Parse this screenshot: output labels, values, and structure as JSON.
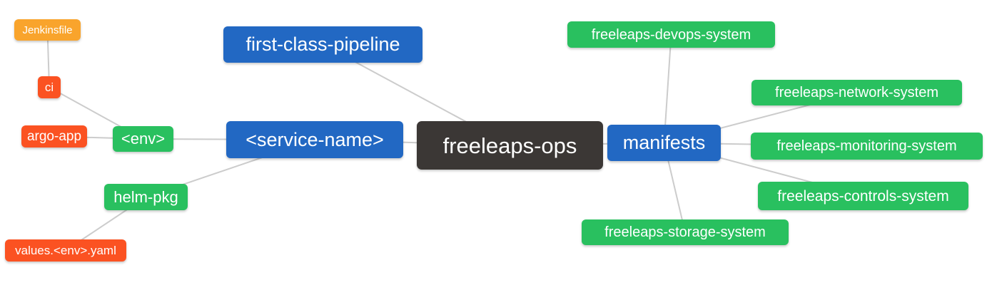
{
  "diagram": {
    "type": "mindmap",
    "root_label": "freeleaps-ops",
    "nodes": [
      {
        "id": "jenkinsfile",
        "label": "Jenkinsfile",
        "color": "amber"
      },
      {
        "id": "ci",
        "label": "ci",
        "color": "red"
      },
      {
        "id": "argo-app",
        "label": "argo-app",
        "color": "red"
      },
      {
        "id": "env",
        "label": "<env>",
        "color": "green"
      },
      {
        "id": "helm-pkg",
        "label": "helm-pkg",
        "color": "green"
      },
      {
        "id": "values-env-yaml",
        "label": "values.<env>.yaml",
        "color": "red"
      },
      {
        "id": "first-class-pipeline",
        "label": "first-class-pipeline",
        "color": "blue"
      },
      {
        "id": "service-name",
        "label": "<service-name>",
        "color": "blue"
      },
      {
        "id": "freeleaps-ops",
        "label": "freeleaps-ops",
        "color": "dark"
      },
      {
        "id": "manifests",
        "label": "manifests",
        "color": "blue"
      },
      {
        "id": "devops-system",
        "label": "freeleaps-devops-system",
        "color": "green"
      },
      {
        "id": "network-system",
        "label": "freeleaps-network-system",
        "color": "green"
      },
      {
        "id": "monitoring-system",
        "label": "freeleaps-monitoring-system",
        "color": "green"
      },
      {
        "id": "controls-system",
        "label": "freeleaps-controls-system",
        "color": "green"
      },
      {
        "id": "storage-system",
        "label": "freeleaps-storage-system",
        "color": "green"
      }
    ],
    "edges": [
      [
        "jenkinsfile",
        "ci"
      ],
      [
        "ci",
        "env"
      ],
      [
        "argo-app",
        "env"
      ],
      [
        "env",
        "service-name"
      ],
      [
        "helm-pkg",
        "service-name"
      ],
      [
        "values-env-yaml",
        "helm-pkg"
      ],
      [
        "service-name",
        "freeleaps-ops"
      ],
      [
        "first-class-pipeline",
        "freeleaps-ops"
      ],
      [
        "freeleaps-ops",
        "manifests"
      ],
      [
        "manifests",
        "devops-system"
      ],
      [
        "manifests",
        "network-system"
      ],
      [
        "manifests",
        "monitoring-system"
      ],
      [
        "manifests",
        "controls-system"
      ],
      [
        "manifests",
        "storage-system"
      ]
    ]
  },
  "palette": {
    "blue": "#2268C3",
    "green": "#29C05F",
    "red": "#FB5222",
    "amber": "#F9A42C",
    "dark": "#3B3735",
    "edge": "#CCCCCC"
  }
}
